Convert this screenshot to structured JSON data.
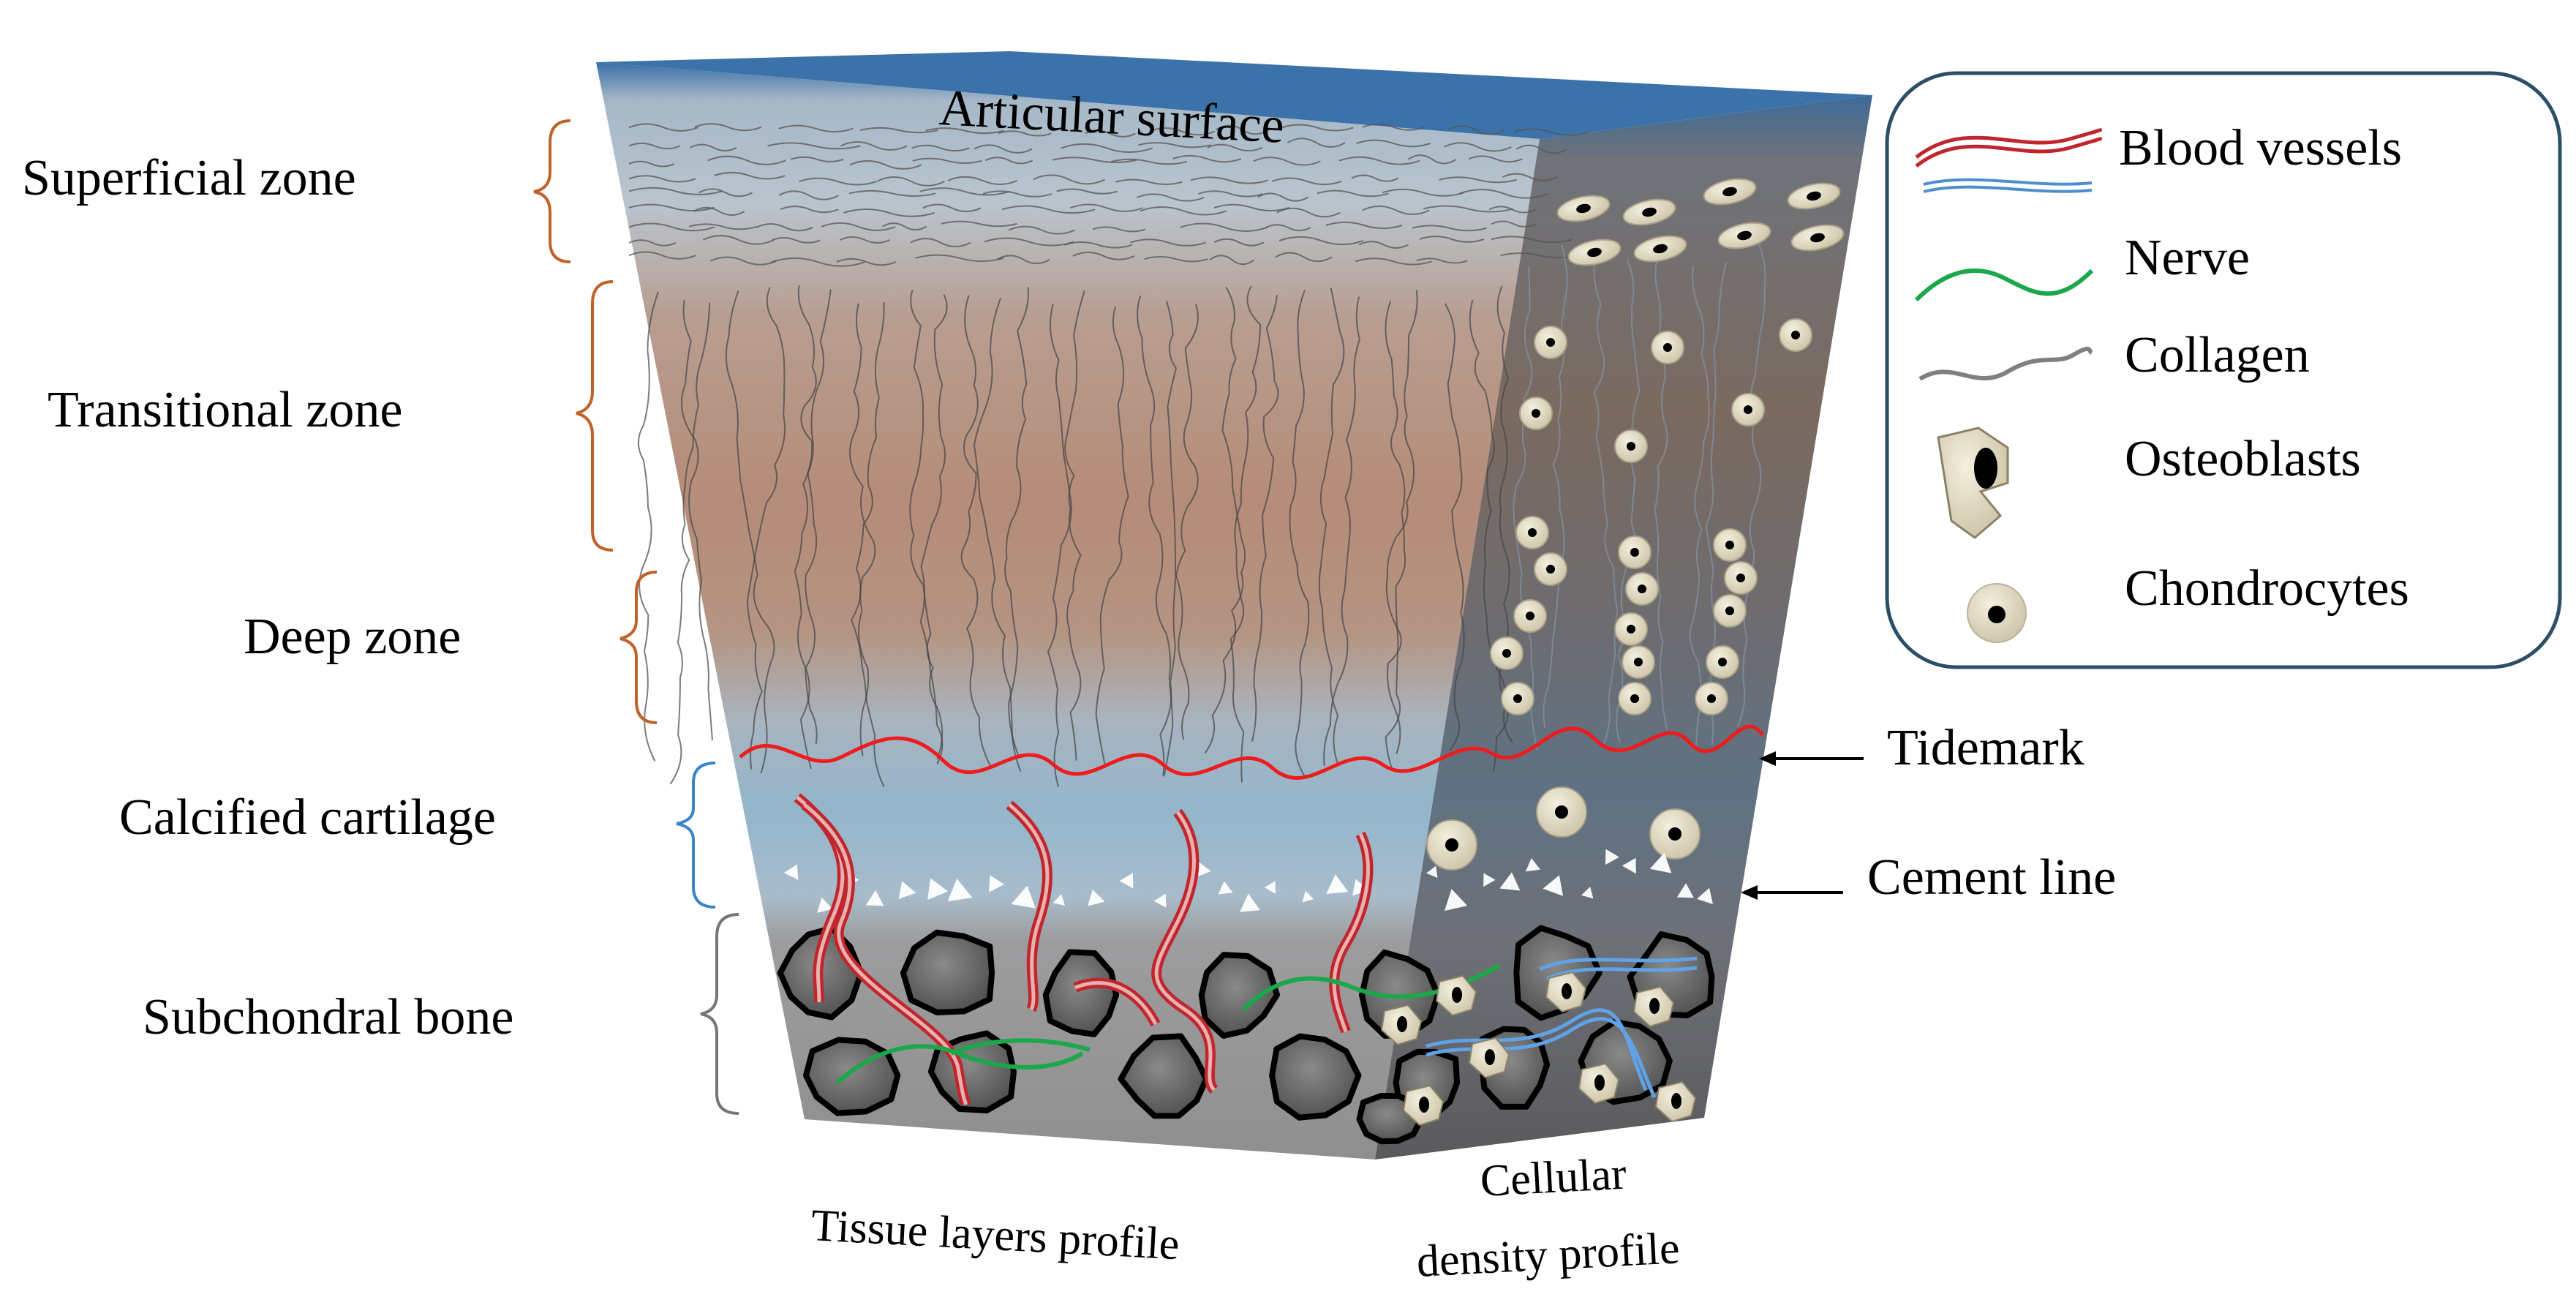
{
  "zones": {
    "superficial": "Superficial  zone",
    "transitional": "Transitional  zone",
    "deep": "Deep zone",
    "calcified": "Calcified cartilage",
    "subchondral": "Subchondral bone"
  },
  "top_label": "Articular surface",
  "right_labels": {
    "tidemark": "Tidemark",
    "cement_line": "Cement line"
  },
  "bottom_labels": {
    "tissue_profile": "Tissue layers profile",
    "cellular_line1": "Cellular",
    "cellular_line2": "density profile"
  },
  "legend": {
    "blood_vessels": "Blood vessels",
    "nerve": "Nerve",
    "collagen": "Collagen",
    "osteoblasts": "Osteoblasts",
    "chondrocytes": "Chondrocytes"
  },
  "colors": {
    "surface": "#3f74aa",
    "superficial": "#b9c3cc",
    "transitional": "#b99380",
    "calcified": "#8fb2c8",
    "bone": "#9a9a9a",
    "tidemark": "#ee1c1c",
    "vessel": "#c0272d",
    "nerve": "#1aa84a",
    "collagen": "#555555",
    "bracket_orange": "#c0622a",
    "bracket_blue": "#3b86c8",
    "bracket_gray": "#777777",
    "legend_border": "#2b4f66"
  }
}
